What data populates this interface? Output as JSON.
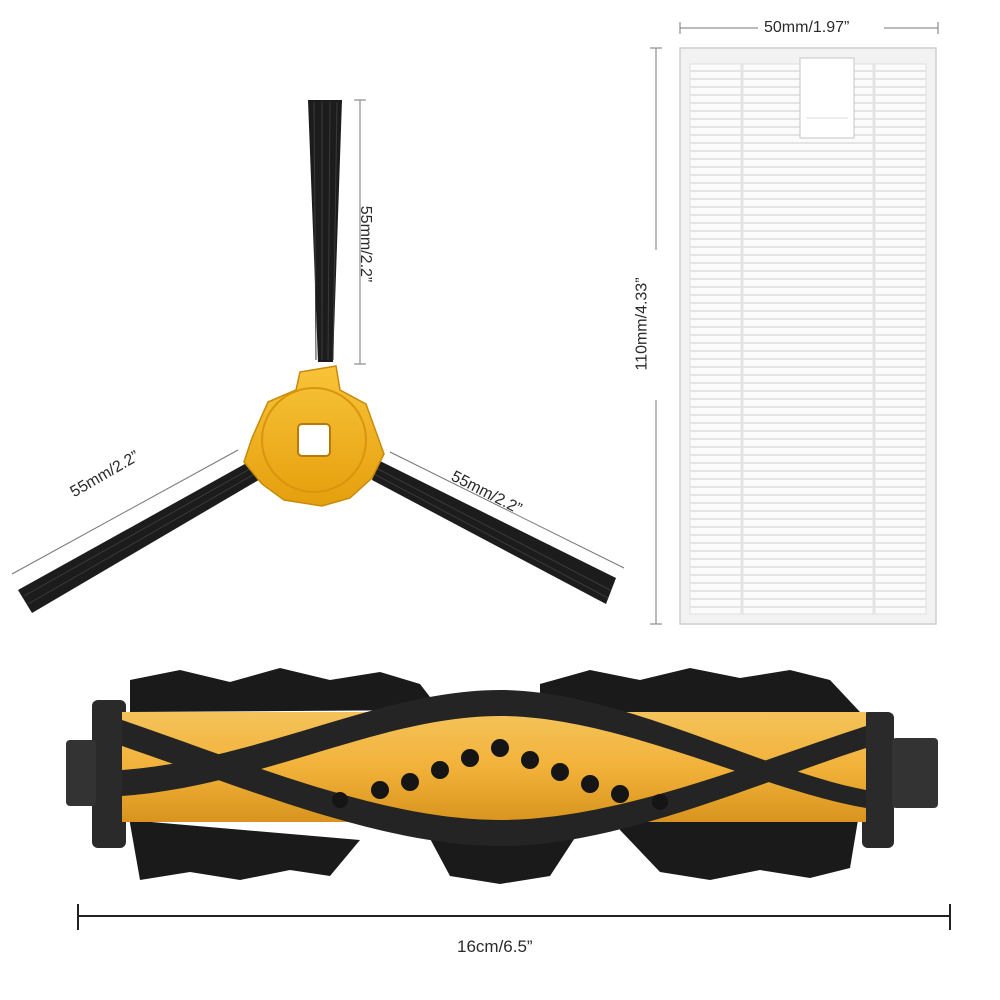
{
  "dimensions": {
    "side_brush_vertical": "55mm/2.2”",
    "side_brush_left": "55mm/2.2”",
    "side_brush_right": "55mm/2.2”",
    "filter_width": "50mm/1.97”",
    "filter_height": "110mm/4.33”",
    "roller_length": "16cm/6.5”"
  },
  "colors": {
    "background": "#ffffff",
    "bristle": "#1a1a1a",
    "hub": "#f6b31a",
    "roller_core": "#f2b640",
    "rubber": "#222222",
    "filter_frame": "#f4f4f4",
    "filter_pleat": "#dedede",
    "dimension_line": "#333333"
  }
}
